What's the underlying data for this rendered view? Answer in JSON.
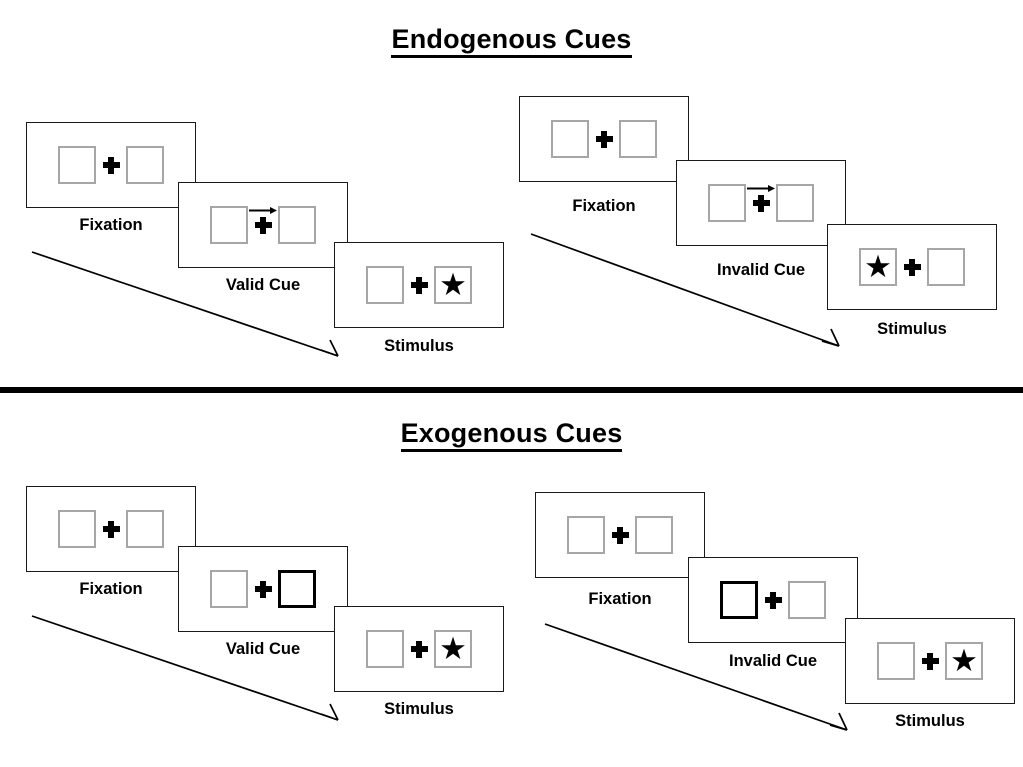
{
  "sections": [
    {
      "id": "endogenous",
      "title": "Endogenous Cues",
      "cue_type": "arrow",
      "sequences": [
        {
          "id": "endogenous-valid",
          "validity": "valid",
          "panels": [
            {
              "caption": "Fixation",
              "left_box": "empty",
              "right_box": "empty",
              "cue": "none"
            },
            {
              "caption": "Valid Cue",
              "left_box": "empty",
              "right_box": "empty",
              "cue": "arrow-right"
            },
            {
              "caption": "Stimulus",
              "left_box": "empty",
              "right_box": "star",
              "cue": "none"
            }
          ]
        },
        {
          "id": "endogenous-invalid",
          "validity": "invalid",
          "panels": [
            {
              "caption": "Fixation",
              "left_box": "empty",
              "right_box": "empty",
              "cue": "none"
            },
            {
              "caption": "Invalid Cue",
              "left_box": "empty",
              "right_box": "empty",
              "cue": "arrow-right"
            },
            {
              "caption": "Stimulus",
              "left_box": "star",
              "right_box": "empty",
              "cue": "none"
            }
          ]
        }
      ]
    },
    {
      "id": "exogenous",
      "title": "Exogenous Cues",
      "cue_type": "box-flash",
      "sequences": [
        {
          "id": "exogenous-valid",
          "validity": "valid",
          "panels": [
            {
              "caption": "Fixation",
              "left_box": "empty",
              "right_box": "empty",
              "cue": "none"
            },
            {
              "caption": "Valid Cue",
              "left_box": "empty",
              "right_box": "cued",
              "cue": "none"
            },
            {
              "caption": "Stimulus",
              "left_box": "empty",
              "right_box": "star",
              "cue": "none"
            }
          ]
        },
        {
          "id": "exogenous-invalid",
          "validity": "invalid",
          "panels": [
            {
              "caption": "Fixation",
              "left_box": "empty",
              "right_box": "empty",
              "cue": "none"
            },
            {
              "caption": "Invalid Cue",
              "left_box": "cued",
              "right_box": "empty",
              "cue": "none"
            },
            {
              "caption": "Stimulus",
              "left_box": "empty",
              "right_box": "star",
              "cue": "none"
            }
          ]
        }
      ]
    }
  ],
  "icons": {
    "star": "★",
    "fixation_cross": "fixation-cross-icon",
    "cue_arrow": "arrow-right-icon",
    "time_arrow": "time-progression-arrow-icon"
  },
  "colors": {
    "panel_border": "#1a1a1a",
    "box_border": "#a6a6a6",
    "cued_box_border": "#000000",
    "text": "#000000",
    "background": "#ffffff",
    "divider": "#000000"
  }
}
